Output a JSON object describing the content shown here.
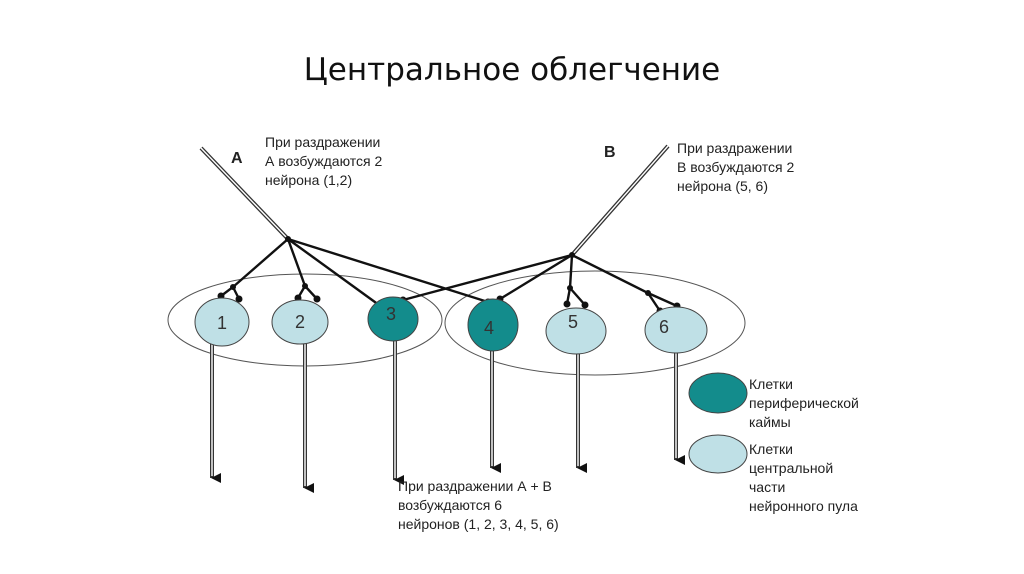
{
  "title": "Центральное облегчение",
  "inputs": [
    {
      "id": "A",
      "label": "A",
      "caption": [
        "При раздражении",
        "А возбуждаются 2",
        "нейрона (1,2)"
      ]
    },
    {
      "id": "B",
      "label": "B",
      "caption": [
        "При раздражении",
        "В возбуждаются 2",
        "нейрона (5, 6)"
      ]
    }
  ],
  "neurons": [
    {
      "label": "1",
      "type": "central"
    },
    {
      "label": "2",
      "type": "central"
    },
    {
      "label": "3",
      "type": "peripheral"
    },
    {
      "label": "4",
      "type": "peripheral"
    },
    {
      "label": "5",
      "type": "central"
    },
    {
      "label": "6",
      "type": "central"
    }
  ],
  "combined_caption": [
    "При раздражении А + В",
    "возбуждаются  6",
    "нейронов (1, 2, 3, 4, 5, 6)"
  ],
  "legend": [
    {
      "type": "peripheral",
      "lines": [
        "Клетки",
        "периферической",
        "каймы"
      ]
    },
    {
      "type": "central",
      "lines": [
        "Клетки",
        "центральной",
        "части",
        "нейронного пула"
      ]
    }
  ],
  "colors": {
    "peripheral": "#138c8c",
    "central": "#bfe0e6"
  }
}
